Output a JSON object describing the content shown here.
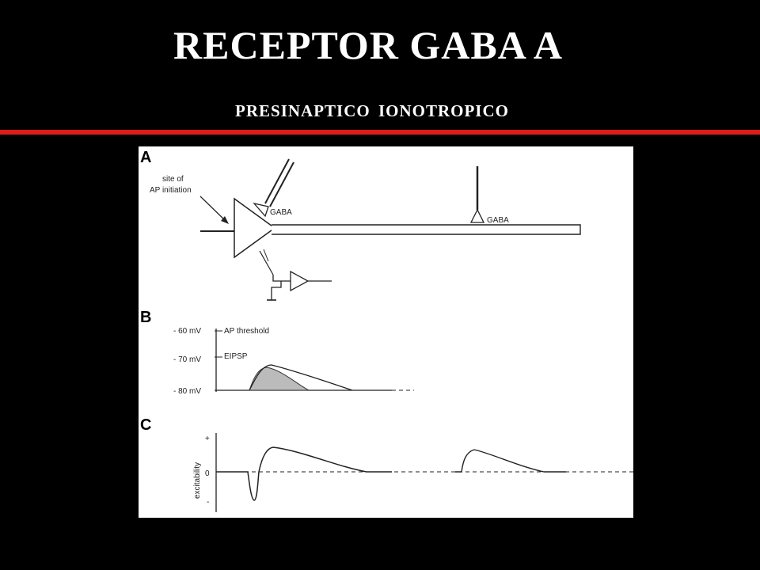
{
  "slide": {
    "title": "RECEPTOR GABA A",
    "subtitle": "PRESINAPTICO  IONOTROPICO",
    "accent_color": "#e01b1b"
  },
  "figure": {
    "panel_a": {
      "letter": "A",
      "site_label_line1": "site of",
      "site_label_line2": "AP initiation",
      "gaba_label_soma": "GABA",
      "gaba_label_axon": "GABA"
    },
    "panel_b": {
      "letter": "B",
      "levels": [
        "- 60 mV",
        "- 70 mV",
        "- 80 mV"
      ],
      "threshold_label": "AP threshold",
      "eipsp_label": "EIPSP"
    },
    "panel_c": {
      "letter": "C",
      "axis_label": "excitability",
      "plus_mark": "+",
      "zero_mark": "0",
      "minus_mark": "-"
    }
  }
}
